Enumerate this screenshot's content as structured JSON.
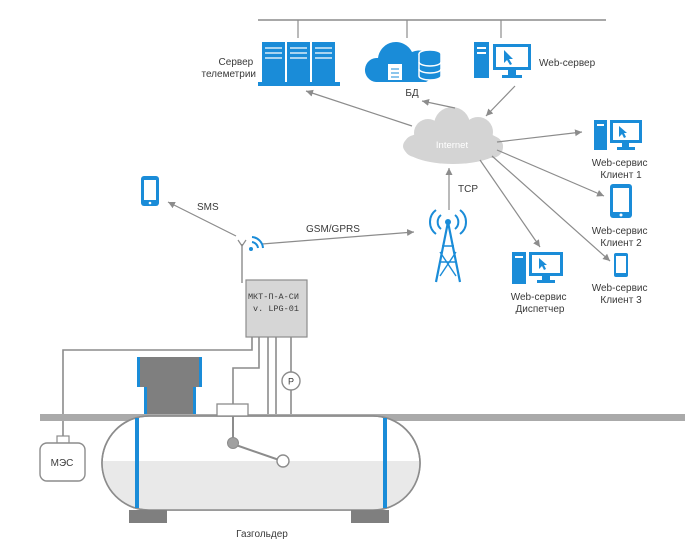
{
  "nodes": {
    "telemetry_server": [
      "Сервер",
      "телеметрии"
    ],
    "database": "БД",
    "web_server": "Web-сервер",
    "internet": "Internet",
    "tcp": "TCP",
    "gsm_gprs": "GSM/GPRS",
    "sms": "SMS",
    "client1": [
      "Web-сервис",
      "Клиент 1"
    ],
    "client2": [
      "Web-сервис",
      "Клиент 2"
    ],
    "client3": [
      "Web-сервис",
      "Клиент 3"
    ],
    "dispatcher": [
      "Web-сервис",
      "Диспетчер"
    ],
    "controller": [
      "МКТ-П-А-СИ",
      "v. LPG-01"
    ],
    "pressure_sensor": "P",
    "power_unit": "МЭС",
    "gasholder": "Газгольдер"
  },
  "colors": {
    "accent": "#1a8cd8",
    "line": "#8c8c8c",
    "cloud": "#d4d4d4",
    "tank_fill": "#e9e9e9",
    "controller_fill": "#d6d6d6"
  }
}
